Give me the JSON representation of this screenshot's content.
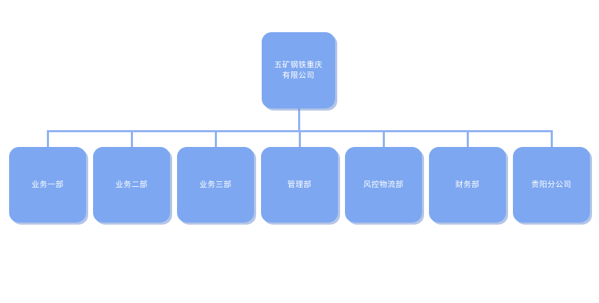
{
  "chart": {
    "type": "org-chart",
    "background_color": "#ffffff",
    "node_fill_color": "#7da7f0",
    "node_text_color": "#ffffff",
    "connector_color": "#8fb2f2",
    "root": {
      "label": "五矿钢铁重庆\n有限公司",
      "line1": "五矿钢铁重庆",
      "line2": "有限公司"
    },
    "children": [
      {
        "label": "业务一部"
      },
      {
        "label": "业务二部"
      },
      {
        "label": "业务三部"
      },
      {
        "label": "管理部"
      },
      {
        "label": "风控物流部"
      },
      {
        "label": "财务部"
      },
      {
        "label": "贵阳分公司"
      }
    ]
  }
}
